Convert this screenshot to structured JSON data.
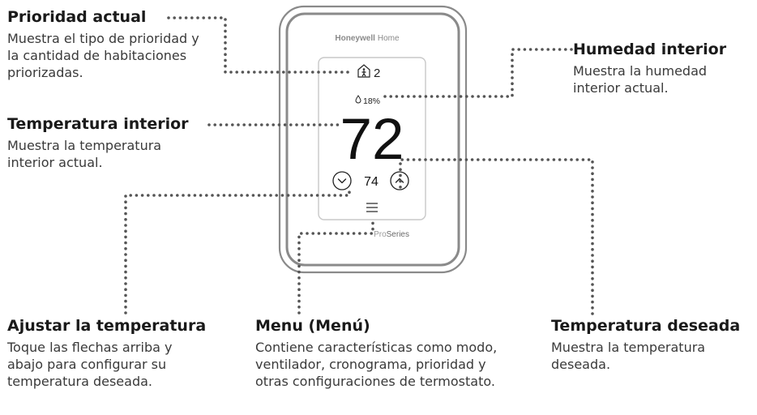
{
  "colors": {
    "text": "#1a1a1a",
    "desc": "#3a3a3a",
    "leader": "#555555",
    "device_outline": "#8a8a8a",
    "screen_border": "#c8c8c8"
  },
  "device": {
    "brand": "Honeywell",
    "brand_suffix": "Home",
    "series_prefix": "Pro",
    "series_suffix": "Series",
    "priority_icon": "home-person-icon",
    "priority_rooms": "2",
    "humidity_icon": "drop-icon",
    "humidity": "18%",
    "indoor_temp": "72",
    "setpoint": "74",
    "menu_icon": "hamburger-menu-icon"
  },
  "callouts": {
    "priority": {
      "title": "Prioridad actual",
      "desc": "Muestra el tipo de prioridad y la cantidad de habitaciones priorizadas."
    },
    "humidity": {
      "title": "Humedad interior",
      "desc": "Muestra la humedad interior actual."
    },
    "indoor_temp": {
      "title": "Temperatura interior",
      "desc": "Muestra la temperatura interior actual."
    },
    "adjust": {
      "title": "Ajustar la temperatura",
      "desc": "Toque las flechas arriba y abajo para configurar su temperatura deseada."
    },
    "menu": {
      "title": "Menu (Menú)",
      "desc": "Contiene características como modo, ventilador, cronograma, prioridad y otras configuraciones de termostato."
    },
    "setpoint": {
      "title": "Temperatura deseada",
      "desc": "Muestra la temperatura deseada."
    }
  }
}
